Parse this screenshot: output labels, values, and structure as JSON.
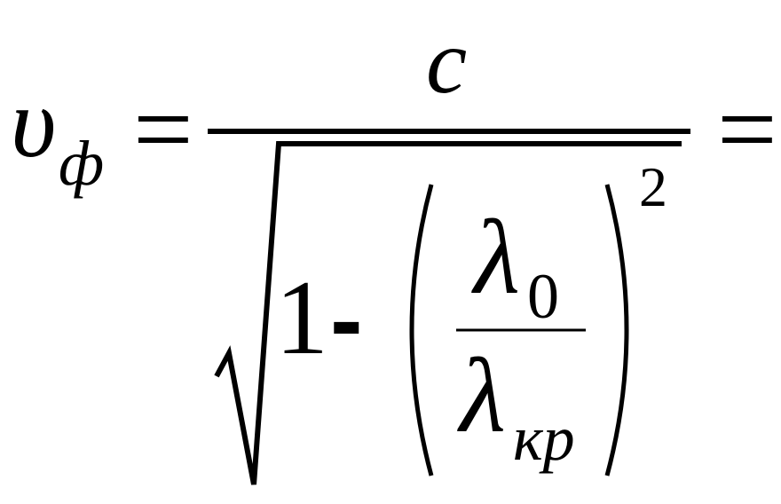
{
  "formula": {
    "lhs": {
      "symbol": "υ",
      "subscript": "ф"
    },
    "equals_sign": "=",
    "numerator": "c",
    "denominator": {
      "one": "1",
      "minus": "-",
      "inner_fraction": {
        "numerator_symbol": "λ",
        "numerator_subscript": "0",
        "denominator_symbol": "λ",
        "denominator_subscript": "кр"
      },
      "exponent": "2"
    },
    "trailing_equals_sign": "="
  }
}
